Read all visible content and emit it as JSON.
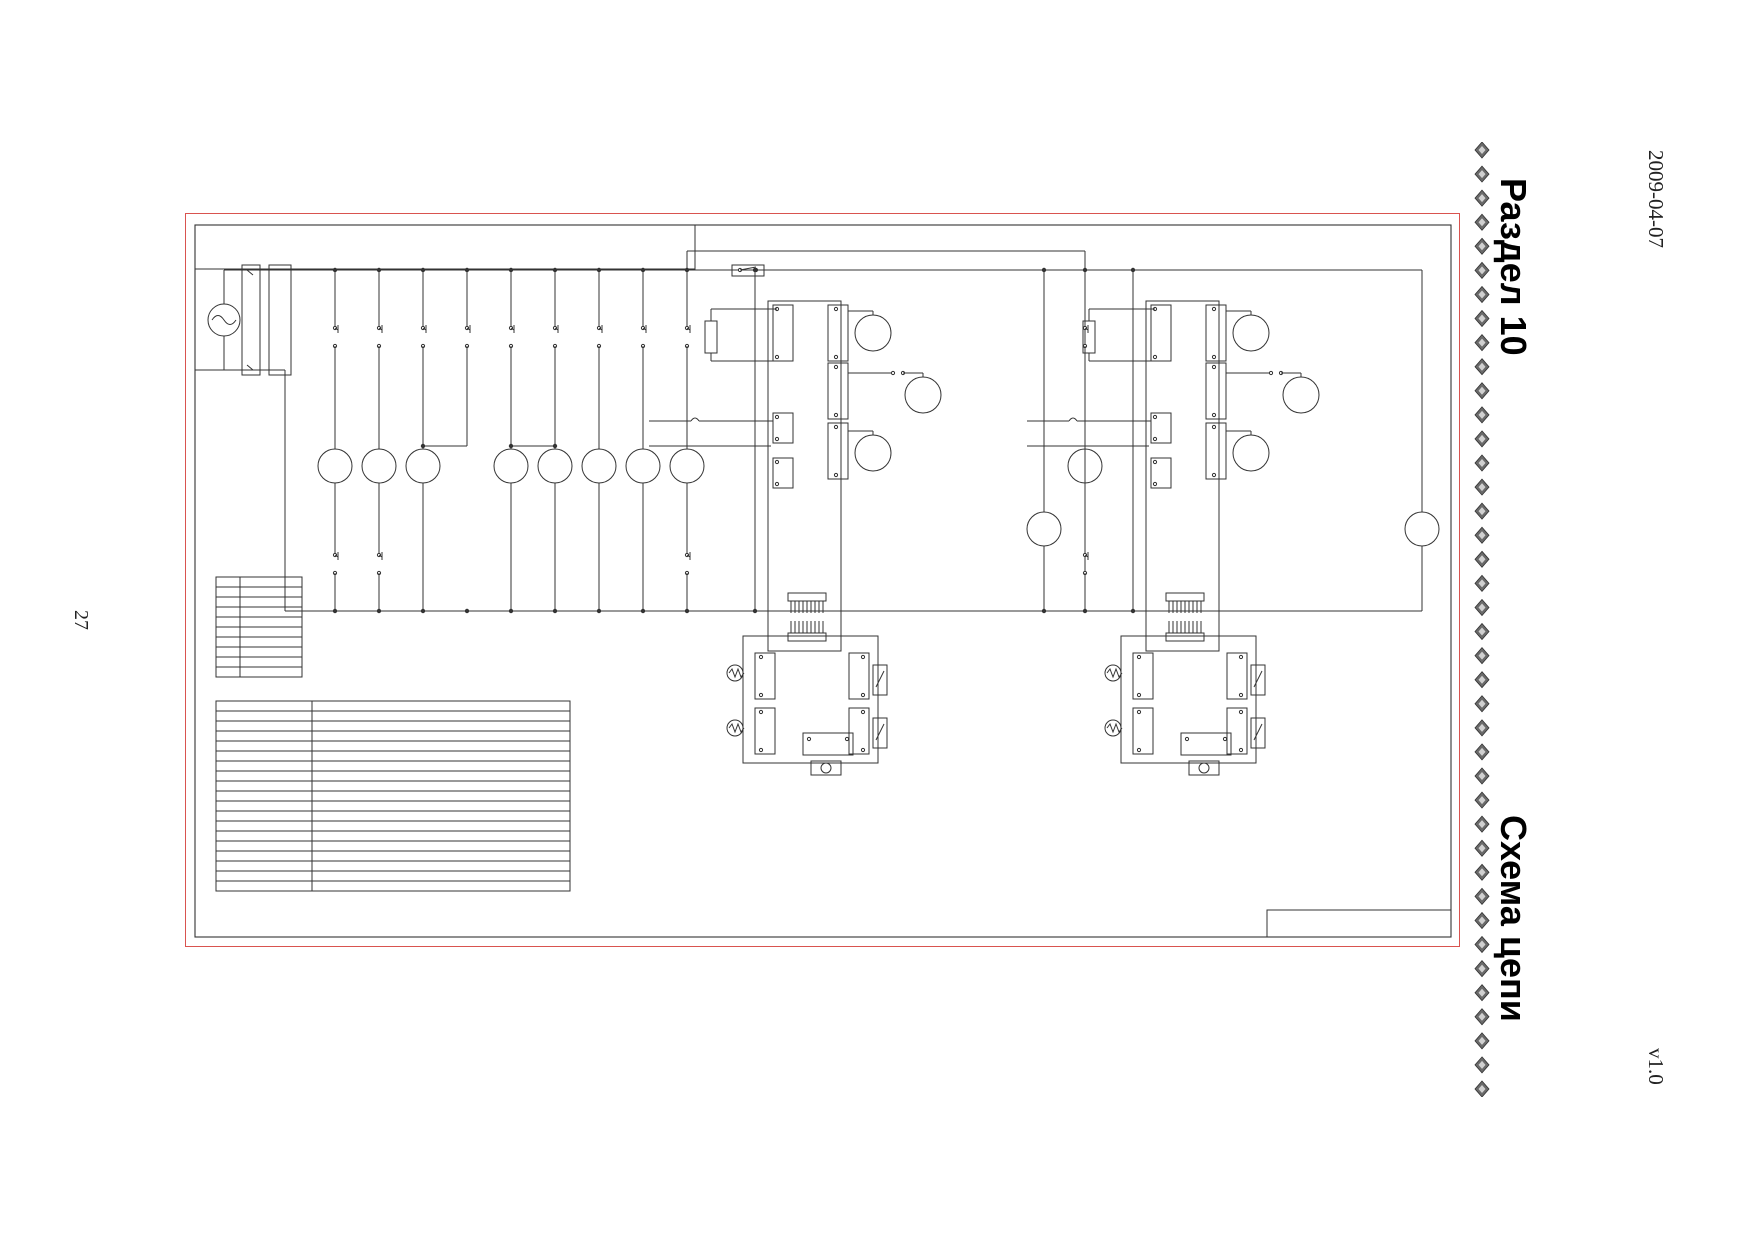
{
  "header": {
    "date": "2009-04-07",
    "version": "v1.0"
  },
  "section": {
    "label": "Раздел 10",
    "title": "Схема цепи"
  },
  "footer": {
    "page_number": "27"
  },
  "diagram": {
    "line_color": "#333333",
    "frame_color": "#d9534f"
  }
}
